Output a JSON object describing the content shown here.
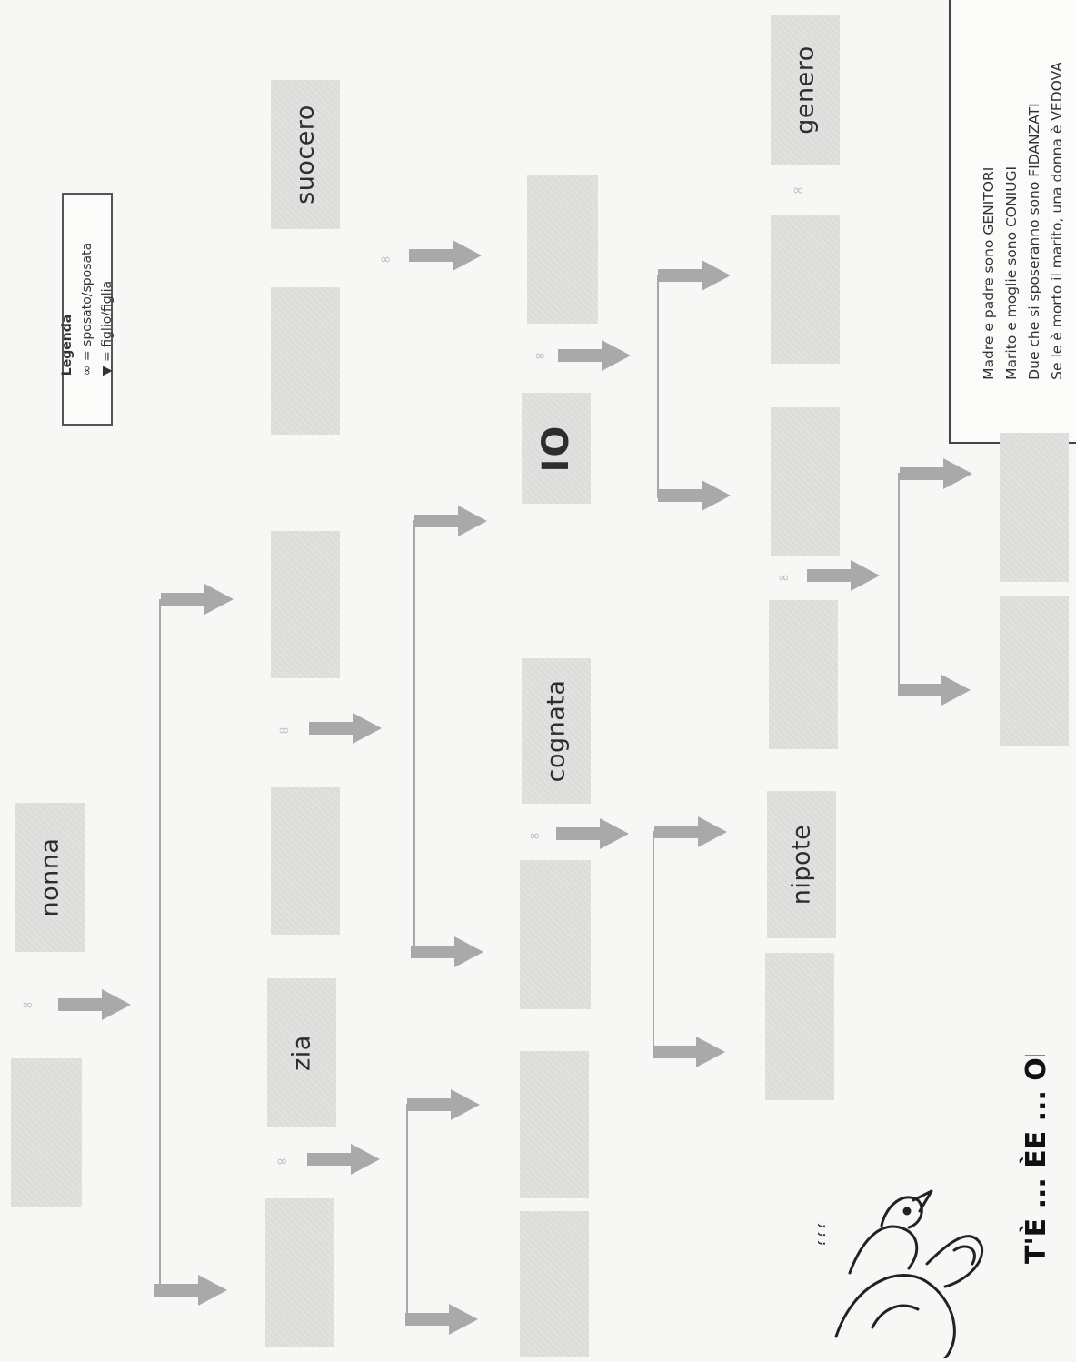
{
  "legend": {
    "title": "Legenda",
    "married": "∞ = sposato/sposata",
    "child_suffix": " = figlio/figlia"
  },
  "marriage_symbol": "∞",
  "boxes": {
    "nonna": "nonna",
    "suocero": "suocero",
    "zia": "zia",
    "io": "IO",
    "cognata": "cognata",
    "genero": "genero",
    "nipote": "nipote",
    "empty": ""
  },
  "info": {
    "line1": "Madre e padre sono GENITORI",
    "line2": "Marito e moglie sono CONIUGI",
    "line3": "Due che si sposeranno sono FIDANZATI",
    "line4": "Se le è morto il marito, una donna è VEDOVA"
  },
  "cartoon": {
    "caption": "T'È ... ÈE ... ON ... ARE",
    "question": "???"
  }
}
